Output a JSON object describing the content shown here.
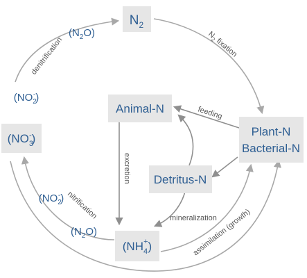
{
  "nodes": {
    "n2": {
      "label": "N",
      "sub": "2"
    },
    "plant": {
      "line1": "Plant-N",
      "line2": "Bacterial-N"
    },
    "animal": {
      "label": "Animal-N"
    },
    "detritus": {
      "label": "Detritus-N"
    },
    "no3": {
      "open": "(NO",
      "sub": "3",
      "sup": "-",
      "close": ")"
    },
    "nh4": {
      "open": "(NH",
      "sub": "4",
      "sup": "+",
      "close": ")"
    }
  },
  "intermediates": {
    "n2o_top": {
      "open": "(N",
      "sub": "2",
      "close": "O)"
    },
    "no2_left": {
      "open": "(NO",
      "sub": "2",
      "sup": "-",
      "close": ")"
    },
    "no2_bottom": {
      "open": "(NO",
      "sub": "2",
      "sup": "-",
      "close": ")"
    },
    "n2o_bottom": {
      "open": "(N",
      "sub": "2",
      "close": "O)"
    }
  },
  "processes": {
    "denitrification": "denitrification",
    "fixation": {
      "pre": "N",
      "sub": "2",
      "post": " fixation"
    },
    "feeding": "feeding",
    "excretion": "excretion",
    "mineralization": "mineralization",
    "nitrification": "nitrification",
    "assimilation": "assimilation (growth)"
  },
  "colors": {
    "node_fill": "#e6e6e6",
    "node_text": "#2f5f93",
    "arrow": "#a8a8a8",
    "label": "#555555"
  }
}
